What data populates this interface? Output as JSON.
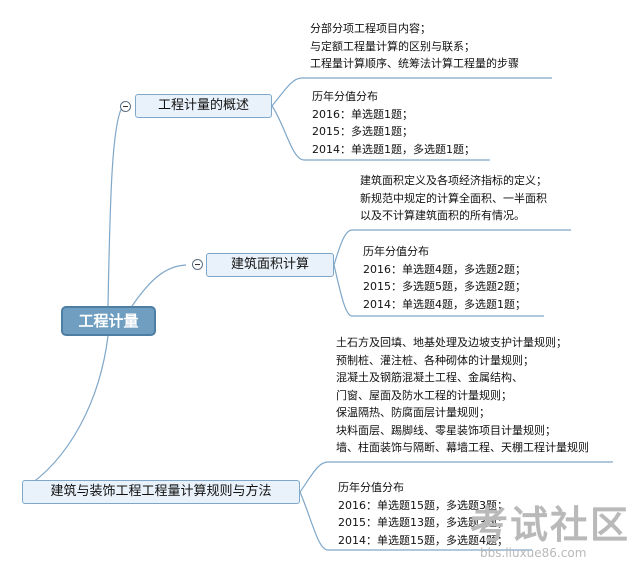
{
  "root": {
    "label": "工程计量"
  },
  "branch1": {
    "label": "工程计量的概述",
    "content": [
      "分部分项工程项目内容；",
      "与定额工程量计算的区别与联系；",
      "工程量计算顺序、统筹法计算工程量的步骤"
    ],
    "scores_title": "历年分值分布",
    "scores": [
      "2016：单选题1题；",
      "2015：多选题1题；",
      "2014：单选题1题，多选题1题；"
    ]
  },
  "branch2": {
    "label": "建筑面积计算",
    "content": [
      "建筑面积定义及各项经济指标的定义；",
      "新规范中规定的计算全面积、一半面积",
      "以及不计算建筑面积的所有情况。"
    ],
    "scores_title": "历年分值分布",
    "scores": [
      "2016：单选题4题，多选题2题；",
      "2015：多选题5题，多选题2题；",
      "2014：单选题4题，多选题1题；"
    ]
  },
  "branch3": {
    "label": "建筑与装饰工程工程量计算规则与方法",
    "content": [
      "土石方及回填、地基处理及边坡支护计量规则；",
      "预制桩、灌注桩、各种砌体的计量规则；",
      "混凝土及钢筋混凝土工程、金属结构、",
      "门窗、屋面及防水工程的计量规则；",
      "保温隔热、防腐面层计量规则；",
      "块料面层、踢脚线、零星装饰项目计量规则；",
      "墙、柱面装饰与隔断、幕墙工程、天棚工程计量规则"
    ],
    "scores_title": "历年分值分布",
    "scores": [
      "2016：单选题15题，多选题3题；",
      "2015：单选题13题，多选题3题；",
      "2014：单选题15题，多选题4题；"
    ]
  },
  "watermark": {
    "text": "考试社区",
    "url": "bbs.liuxue86.com"
  },
  "colors": {
    "line": "#7fa7c9",
    "root_fill": "#6f9ec0",
    "node_fill": "#e9f2fb"
  }
}
